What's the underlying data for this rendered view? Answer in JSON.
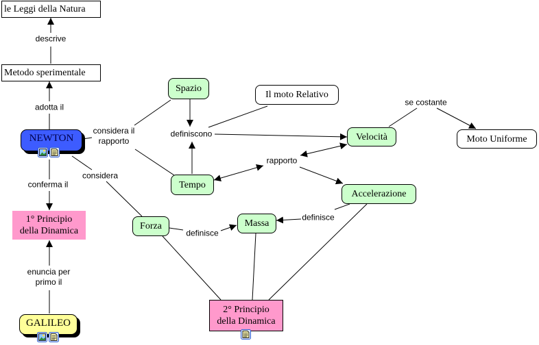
{
  "concepts": {
    "leggi": "le Leggi della Natura",
    "metodo": "Metodo sperimentale",
    "newton": "NEWTON",
    "principio1": [
      "1° Principio",
      "della Dinamica"
    ],
    "galileo": "GALILEO",
    "spazio": "Spazio",
    "tempo": "Tempo",
    "moto_relativo": "Il moto Relativo",
    "velocita": "Velocità",
    "moto_uniforme": "Moto Uniforme",
    "accelerazione": "Accelerazione",
    "forza": "Forza",
    "massa": "Massa",
    "principio2": [
      "2° Principio",
      "della Dinamica"
    ]
  },
  "links": {
    "descrive": "descrive",
    "adotta": "adotta il",
    "considera_rapporto": [
      "considera il",
      "rapporto"
    ],
    "considera": "considera",
    "conferma": "conferma il",
    "enuncia": [
      "enuncia per",
      "primo il"
    ],
    "definiscono": "definiscono",
    "rapporto": "rapporto",
    "se_costante": "se costante",
    "definisce_forza": "definisce",
    "definisce_acc": "definisce"
  },
  "colors": {
    "newton": "#3d5cff",
    "galileo": "#ffff99",
    "green_concept": "#ccffcc",
    "principio": "#ff99cc"
  },
  "resources": {
    "newton": [
      "image-resource-icon",
      "document-resource-icon"
    ],
    "galileo": [
      "image-resource-icon",
      "document-resource-icon"
    ],
    "principio2": [
      "document-resource-icon"
    ]
  }
}
